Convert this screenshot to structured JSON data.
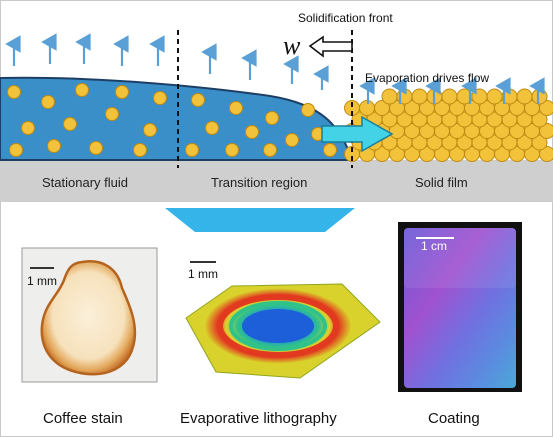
{
  "top": {
    "solidification_label": "Solidification front",
    "w_label": "w",
    "evaporation_label": "Evaporation drives flow",
    "regions": [
      "Stationary fluid",
      "Transition region",
      "Solid film"
    ]
  },
  "panels": [
    {
      "scale": "1 mm",
      "caption": "Coffee stain"
    },
    {
      "scale": "1 mm",
      "caption": "Evaporative lithography"
    },
    {
      "scale": "1 cm",
      "caption": "Coating"
    }
  ],
  "colors": {
    "fluid": "#3b8fc9",
    "particle": "#f2c23a",
    "particle_stroke": "#c08a10",
    "arrow_up": "#5aa0d6",
    "flow_arrow": "#44d2e6",
    "substrate": "#cfcfcf",
    "big_arrow": "#35b4ea"
  }
}
